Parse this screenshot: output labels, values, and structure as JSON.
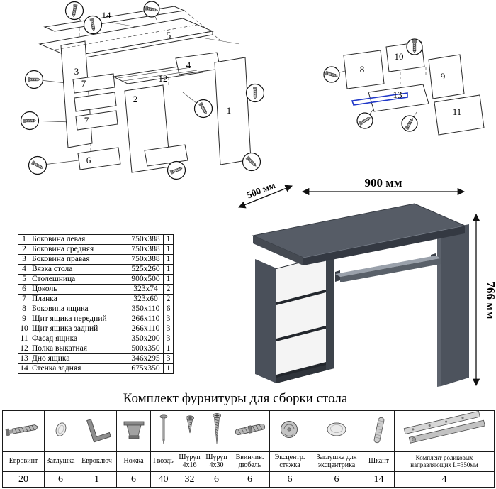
{
  "diagram": {
    "left_labels": [
      "14",
      "5",
      "3",
      "7",
      "7",
      "6",
      "12",
      "4",
      "2",
      "1"
    ],
    "right_labels": [
      "10",
      "8",
      "9",
      "13",
      "11"
    ]
  },
  "desk": {
    "dim_width": "900 мм",
    "dim_depth": "500 мм",
    "dim_height": "766 мм",
    "accent_blue": "#2038c8",
    "body_color": "#565c66",
    "drawer_color": "#f4f4f4"
  },
  "parts_table": {
    "rows": [
      {
        "num": "1",
        "name": "Боковина левая",
        "size": "750x388",
        "qty": "1"
      },
      {
        "num": "2",
        "name": "Боковина средняя",
        "size": "750x388",
        "qty": "1"
      },
      {
        "num": "3",
        "name": "Боковина правая",
        "size": "750x388",
        "qty": "1"
      },
      {
        "num": "4",
        "name": "Вязка стола",
        "size": "525x260",
        "qty": "1"
      },
      {
        "num": "5",
        "name": "Столешница",
        "size": "900x500",
        "qty": "1"
      },
      {
        "num": "6",
        "name": "Цоколь",
        "size": "323x74",
        "qty": "2"
      },
      {
        "num": "7",
        "name": "Планка",
        "size": "323x60",
        "qty": "2"
      },
      {
        "num": "8",
        "name": "Боковина ящика",
        "size": "350x110",
        "qty": "6"
      },
      {
        "num": "9",
        "name": "Щит ящика передний",
        "size": "266x110",
        "qty": "3"
      },
      {
        "num": "10",
        "name": "Щит ящика задний",
        "size": "266x110",
        "qty": "3"
      },
      {
        "num": "11",
        "name": "Фасад ящика",
        "size": "350x200",
        "qty": "3"
      },
      {
        "num": "12",
        "name": "Полка выкатная",
        "size": "500x350",
        "qty": "1"
      },
      {
        "num": "13",
        "name": "Дно ящика",
        "size": "346x295",
        "qty": "3"
      },
      {
        "num": "14",
        "name": "Стенка задняя",
        "size": "675x350",
        "qty": "1"
      }
    ]
  },
  "hardware": {
    "title": "Комплект фурнитуры для сборки стола",
    "items": [
      {
        "name": "Евровинт",
        "qty": "20",
        "icon": "euro-screw-icon"
      },
      {
        "name": "Заглушка",
        "qty": "6",
        "icon": "plug-icon"
      },
      {
        "name": "Евроключ",
        "qty": "1",
        "icon": "hex-key-icon"
      },
      {
        "name": "Ножка",
        "qty": "6",
        "icon": "leg-icon"
      },
      {
        "name": "Гвоздь",
        "qty": "40",
        "icon": "nail-icon"
      },
      {
        "name": "Шуруп 4x16",
        "qty": "32",
        "icon": "screw-short-icon"
      },
      {
        "name": "Шуруп 4x30",
        "qty": "6",
        "icon": "screw-long-icon"
      },
      {
        "name": "Ввинчив. дюбель",
        "qty": "6",
        "icon": "threaded-dowel-icon"
      },
      {
        "name": "Эксцентр. стяжка",
        "qty": "6",
        "icon": "cam-lock-icon"
      },
      {
        "name": "Заглушка для эксцентрика",
        "qty": "6",
        "icon": "cam-plug-icon"
      },
      {
        "name": "Шкант",
        "qty": "14",
        "icon": "dowel-icon"
      },
      {
        "name": "Комплект роликовых направляющих L=350мм",
        "qty": "4",
        "icon": "drawer-slide-icon"
      }
    ]
  }
}
